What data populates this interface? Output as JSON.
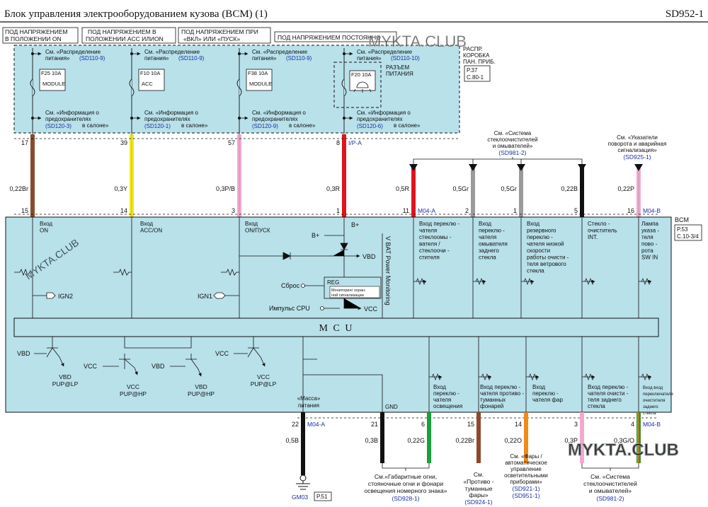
{
  "header": {
    "title": "Блок   управления   электрооборудованием        кузова  (BCM)  (1)",
    "code": "SD952-1"
  },
  "legend": {
    "on": [
      "ПОД НАПРЯЖЕНИЕМ",
      "В ПОЛОЖЕНИИ ON"
    ],
    "acc": [
      "ПОД НАПРЯЖЕНИЕМ  В",
      "ПОЛОЖЕНИИ ACC ИЛИON"
    ],
    "start": [
      "ПОД НАПРЯЖЕНИЕМ ПРИ",
      "«ВКЛ» ИЛИ «ПУСК»"
    ],
    "const": "ПОД НАПРЯЖЕНИЕМ  ПОСТОЯННО"
  },
  "junction_box": {
    "name": [
      "РАСПР.",
      "КОРОБКА",
      "ПАН. ПРИБ."
    ],
    "ref_a": "P.37",
    "ref_b": "C.80-1",
    "power_connector": [
      "РАЗЪЕМ",
      "ПИТАНИЯ"
    ],
    "supply_ref": [
      "См. «Распределение",
      "питания»"
    ],
    "fuse_ref": [
      "См. «Информация   о",
      "предохранителях",
      "в салоне»"
    ],
    "fuses": [
      {
        "name": "F25 10A",
        "label": "MODULE",
        "supply_code": "(SD110-9)",
        "fuse_code": "(SD120-3)"
      },
      {
        "name": "F10 10A",
        "label": "ACC",
        "supply_code": "(SD110-9)",
        "fuse_code": "(SD120-1)"
      },
      {
        "name": "F38 10A",
        "label": "MODULE",
        "supply_code": "(SD110-9)",
        "fuse_code": "(SD120-9)"
      },
      {
        "name": "F20 10A",
        "label": "",
        "supply_code": "(SD110-10)",
        "fuse_code": "(SD120-6)"
      }
    ]
  },
  "top_wires": [
    {
      "pin_top": "17",
      "pin_bottom": "15",
      "wire": "0,22Br",
      "conn": "",
      "color": "#8b4a2b"
    },
    {
      "pin_top": "39",
      "pin_bottom": "14",
      "wire": "0,3Y",
      "conn": "",
      "color": "#f2ea1a"
    },
    {
      "pin_top": "57",
      "pin_bottom": "3",
      "wire": "0,3P/B",
      "conn": "",
      "color": "#f4a8d0"
    },
    {
      "pin_top": "8",
      "pin_bottom": "1",
      "wire": "0,3R",
      "conn": "I/P-A",
      "color": "#e0141c"
    },
    {
      "pin_top": "",
      "pin_bottom": "11",
      "wire": "0,5R",
      "conn": "M04-A",
      "color": "#e0141c"
    },
    {
      "pin_top": "",
      "pin_bottom": "2",
      "wire": "0,5Gr",
      "conn": "",
      "color": "#9a9a9a"
    },
    {
      "pin_top": "",
      "pin_bottom": "1",
      "wire": "0,5Gr",
      "conn": "",
      "color": "#9a9a9a"
    },
    {
      "pin_top": "",
      "pin_bottom": "5",
      "wire": "0,22B",
      "conn": "",
      "color": "#111111"
    },
    {
      "pin_top": "",
      "pin_bottom": "16",
      "wire": "0,22P",
      "conn": "M04-B",
      "color": "#f4a8d0"
    }
  ],
  "top_refs": {
    "wiper": [
      "См. «Система",
      "стеклоочистителей",
      "и омывателей»"
    ],
    "wiper_code": "(SD981-2)",
    "turn": [
      "См. «Указатели",
      "поворота  и аварийная",
      "сигнализация»"
    ],
    "turn_code": "(SD925-1)"
  },
  "bcm": {
    "name": "BCM",
    "ref_a": "P.53",
    "ref_b": "C.10-3/4",
    "mcu": "M C U",
    "watermark": "MYKTA.CLUB",
    "inputs": [
      [
        "Вход",
        "ON"
      ],
      [
        "Вход",
        "ACC/ON"
      ],
      [
        "Вход",
        "ON/ПУСК"
      ],
      [
        "Вход переклю -",
        "чателя",
        "стеклоомы -",
        "вателя  /",
        "стеклоочи -",
        "стителя"
      ],
      [
        "Вход",
        "переклю -",
        "чателя",
        "омывателя",
        "заднего",
        "стекла"
      ],
      [
        "Вход",
        "резервного",
        "переклю -",
        "чателя  низкой",
        "скорости",
        "работы  очисти -",
        "теля  ветрового",
        "стекла"
      ],
      [
        "Стекло -",
        "очиститель",
        "INT."
      ],
      [
        "Лампа",
        "указа -",
        "теля",
        "пово -",
        "рота",
        "SW IN"
      ]
    ],
    "bplus": "B+",
    "vbd": "VBD",
    "vbat_monitor": "V BAT  Power  Monitoring",
    "reg": "REG",
    "reset": "Сброс",
    "monitor": [
      "Мониторинг  охран-",
      "ной сигнализации"
    ],
    "ign2": "IGN2",
    "ign1": "IGN1",
    "cpu_pulse": "Импульс CPU",
    "vcc": "VCC",
    "drivers": [
      "VBD",
      "VCC",
      "VBD",
      "VCC"
    ],
    "pups": [
      [
        "VBD",
        "PUP@LP"
      ],
      [
        "VCC",
        "PUP@HP"
      ],
      [
        "VBD",
        "PUP@HP"
      ],
      [
        "VCC",
        "PUP@LP"
      ]
    ],
    "ground_label": [
      "«Масса»",
      "питания"
    ],
    "gnd": "GND",
    "outputs": [
      [
        "Вход",
        "переклю -",
        "чателя",
        "освещения"
      ],
      [
        "Вход переклю -",
        "чателя  противо -",
        "туманных",
        "фонарей"
      ],
      [
        "Вход",
        "переклю -",
        "чателя  фар"
      ],
      [
        "Вход  переклю -",
        "чателя  очисти -",
        "теля  заднего",
        "стекла"
      ],
      [
        "Вход вход",
        "переключателя",
        "очистителя",
        "заднего",
        "стекла"
      ]
    ]
  },
  "bottom_wires": [
    {
      "pin": "22",
      "wire": "0,5B",
      "conn": "M04-A",
      "color": "#111111"
    },
    {
      "pin": "21",
      "wire": "0,3B",
      "conn": "",
      "color": "#111111"
    },
    {
      "pin": "6",
      "wire": "0,22G",
      "conn": "",
      "color": "#1aa038"
    },
    {
      "pin": "15",
      "wire": "0,22Br",
      "conn": "",
      "color": "#8b4a2b"
    },
    {
      "pin": "14",
      "wire": "0,22O",
      "conn": "",
      "color": "#f28a1a"
    },
    {
      "pin": "3",
      "wire": "0,3P",
      "conn": "",
      "color": "#f4a8d0"
    },
    {
      "pin": "4",
      "wire": "0,3G/O",
      "conn": "M04-B",
      "color": "#4c8a2a"
    }
  ],
  "ground": {
    "name": "GM03",
    "ref": "P.51"
  },
  "bottom_refs": {
    "lights": [
      "См.«Габаритные  огни,",
      "стояночные   огни и фонари",
      "освещения   номерного  знака»"
    ],
    "lights_code": "(SD928-1)",
    "fog": [
      "См.",
      "«Противо -",
      "туманные",
      "фары»"
    ],
    "fog_code": "(SD924-1)",
    "head": [
      "См. «Фары /",
      "автоматическое",
      "управление",
      "осветительными",
      "приборами»"
    ],
    "head_codes": [
      "(SD921-1)",
      "(SD951-1)"
    ],
    "wiper": [
      "См. «Система",
      "стеклоочистителей",
      "и омывателей»"
    ],
    "wiper_code": "(SD981-2)"
  },
  "watermark": "MYKTA.CLUB"
}
